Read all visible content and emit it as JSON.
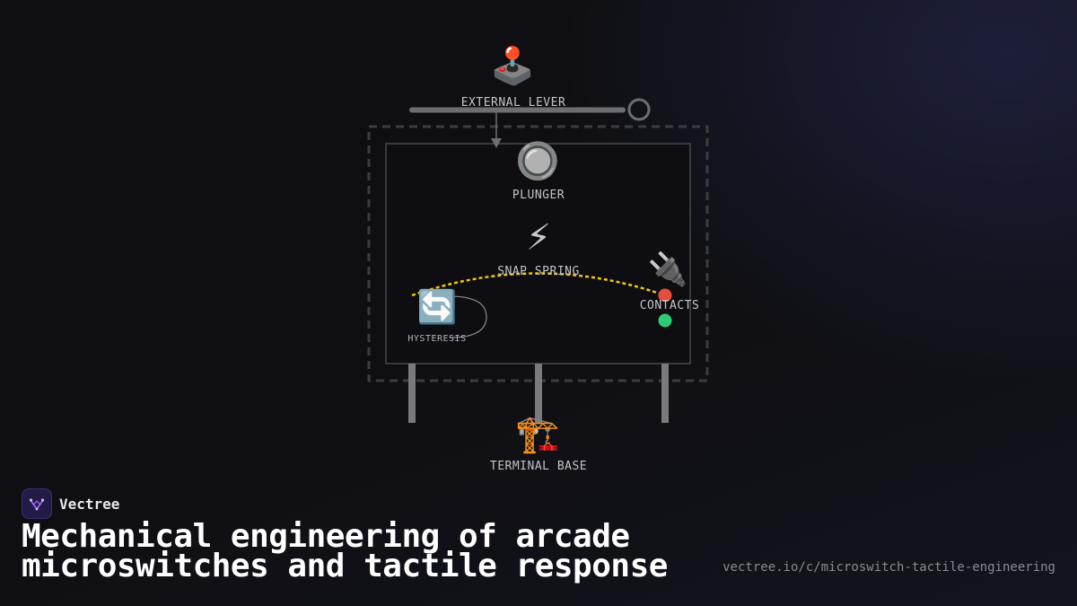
{
  "diagram": {
    "nodes": {
      "external_lever": {
        "label": "EXTERNAL LEVER",
        "icon": "joystick-icon",
        "glyph": "🕹️"
      },
      "plunger": {
        "label": "PLUNGER",
        "icon": "radio-button-icon",
        "glyph": "🔘"
      },
      "snap_spring": {
        "label": "SNAP SPRING",
        "icon": "lightning-icon",
        "glyph": "⚡"
      },
      "hysteresis": {
        "label": "HYSTERESIS",
        "icon": "cycle-arrows-icon",
        "glyph": "🔄"
      },
      "contacts": {
        "label": "CONTACTS",
        "icon": "plug-icon",
        "glyph": "🔌"
      },
      "terminal_base": {
        "label": "TERMINAL BASE",
        "icon": "crane-icon",
        "glyph": "🏗️"
      }
    },
    "colors": {
      "spring_arc": "#f0c419",
      "contact_open": "#e74c3c",
      "contact_closed": "#2ecc71",
      "housing_stroke": "#3c3c40",
      "lever_bar": "#6e6e72"
    }
  },
  "footer": {
    "brand": "Vectree",
    "title": "Mechanical engineering of arcade microswitches and tactile response",
    "url": "vectree.io/c/microswitch-tactile-engineering"
  }
}
